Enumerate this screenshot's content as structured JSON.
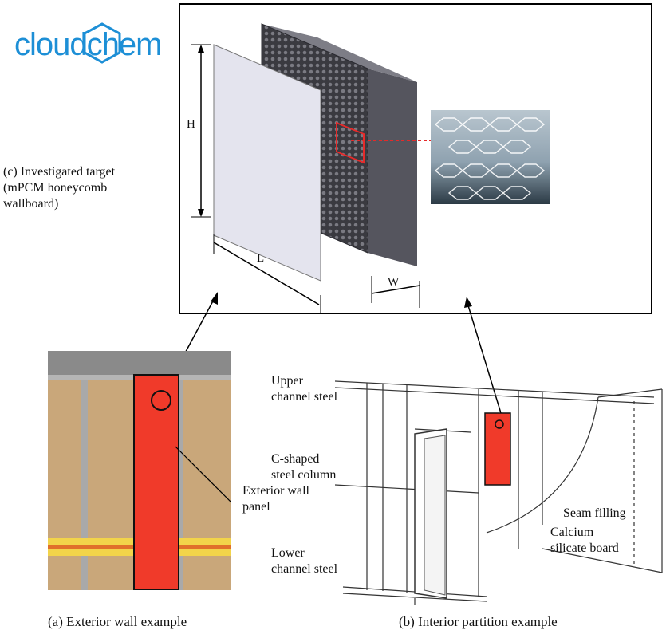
{
  "logo": {
    "text": "cloudchem",
    "color": "#1d8fd6"
  },
  "target": {
    "label": "(c) Investigated target\n(mPCM honeycomb\nwallboard)",
    "dims": {
      "height": "H",
      "length": "L",
      "width": "W"
    }
  },
  "exterior": {
    "callout": "Exterior wall\npanel",
    "caption": "(a) Exterior wall example"
  },
  "interior": {
    "labels": {
      "upper": "Upper\nchannel steel",
      "column": "C-shaped\nsteel column",
      "lower": "Lower\nchannel steel",
      "seam": "Seam filling",
      "board": "Calcium\nsilicate board"
    },
    "caption": "(b) Interior partition example"
  },
  "colors": {
    "highlight": "#f03a2a",
    "box_border": "#000000"
  }
}
